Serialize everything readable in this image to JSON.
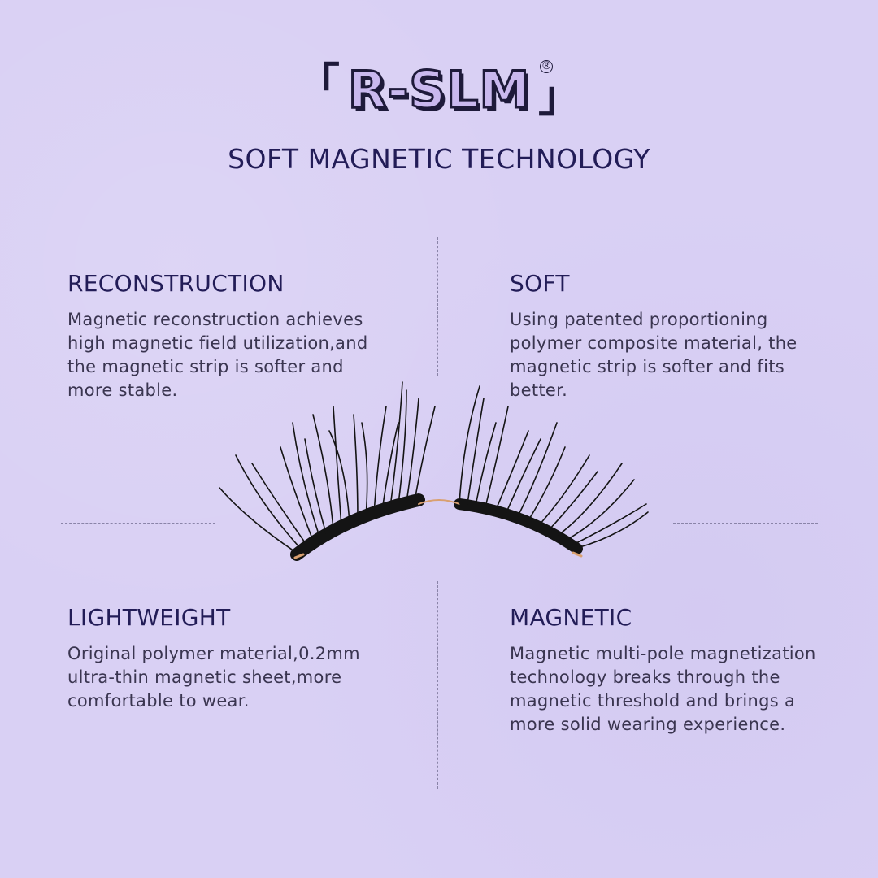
{
  "brand": {
    "open_bracket": "「",
    "name": "R-SLM",
    "registered": "®",
    "close_bracket": "」"
  },
  "subtitle": "SOFT MAGNETIC TECHNOLOGY",
  "features": [
    {
      "title": "RECONSTRUCTION",
      "text": "Magnetic reconstruction achieves high magnetic field utilization,and the magnetic strip is softer and more stable."
    },
    {
      "title": "SOFT",
      "text": "Using patented proportioning polymer composite material, the magnetic strip is softer and fits better."
    },
    {
      "title": "LIGHTWEIGHT",
      "text": "Original polymer material,0.2mm ultra-thin magnetic sheet,more comfortable to wear."
    },
    {
      "title": "MAGNETIC",
      "text": "Magnetic multi-pole magnetization technology breaks through the magnetic threshold and brings a more solid wearing experience."
    }
  ],
  "colors": {
    "background": "#d9d0f4",
    "heading": "#221c57",
    "body_text": "#3a3550",
    "logo_fill": "#c9b8ee",
    "logo_outline": "#1e1a3a"
  }
}
